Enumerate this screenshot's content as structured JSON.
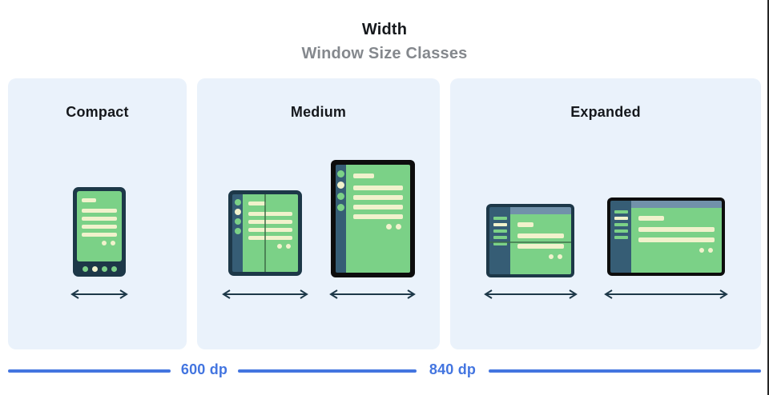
{
  "header": {
    "title": "Width",
    "subtitle": "Window Size Classes"
  },
  "panels": [
    {
      "id": "compact",
      "label": "Compact"
    },
    {
      "id": "medium",
      "label": "Medium"
    },
    {
      "id": "expanded",
      "label": "Expanded"
    }
  ],
  "scale": {
    "left_label": "600 dp",
    "right_label": "840 dp"
  },
  "colors": {
    "panel_bg": "#eaf2fb",
    "accent_blue": "#4375e0",
    "navy": "#1d3848",
    "frame_black": "#0d0d0d",
    "green": "#7bd187",
    "cream": "#f1f2cc",
    "rail": "#365d75",
    "topbar": "#7191aa",
    "gray_sub": "#84888d",
    "fold": "#3c6b46"
  }
}
